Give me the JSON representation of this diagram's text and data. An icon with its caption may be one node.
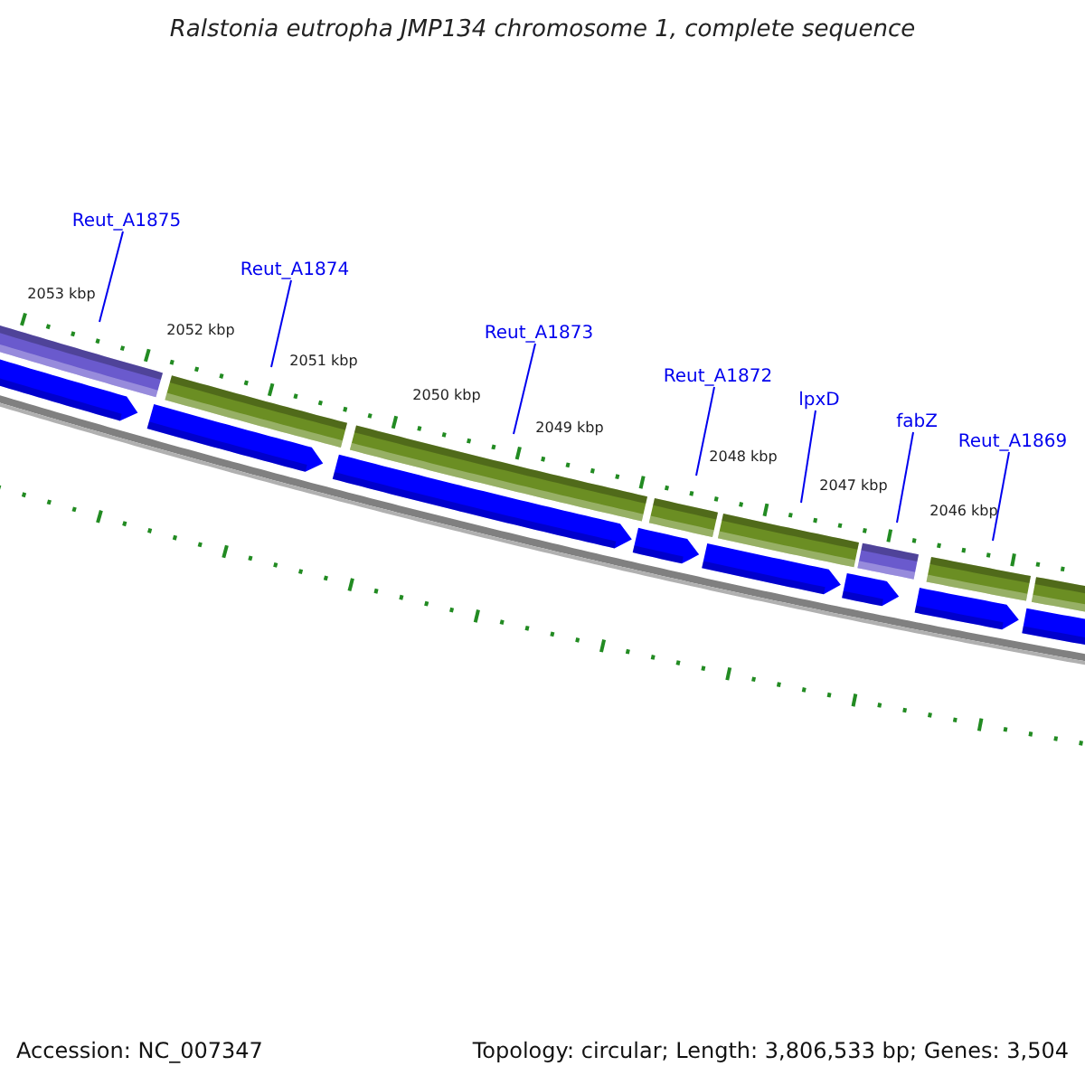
{
  "diagram": {
    "title": "Ralstonia eutropha JMP134 chromosome 1, complete sequence",
    "nodes": [
      {
        "text": [
          "Reut_A1875"
        ]
      },
      {
        "text": [
          "Reut_A1874"
        ]
      },
      {
        "text": [
          "Reut_A1873"
        ]
      },
      {
        "text": [
          "Reut_A1872"
        ]
      },
      {
        "text": [
          "lpxD"
        ]
      },
      {
        "text": [
          "fabZ"
        ]
      },
      {
        "text": [
          "Reut_A1869"
        ]
      }
    ],
    "edges": [
      {
        "from": 0,
        "to": null,
        "arrow": "none"
      },
      {
        "from": 1,
        "to": null,
        "arrow": "none"
      },
      {
        "from": 2,
        "to": null,
        "arrow": "none"
      },
      {
        "from": 3,
        "to": null,
        "arrow": "none"
      },
      {
        "from": 4,
        "to": null,
        "arrow": "none"
      },
      {
        "from": 5,
        "to": null,
        "arrow": "none"
      },
      {
        "from": 6,
        "to": null,
        "arrow": "none"
      }
    ],
    "labels": [
      "2053 kbp",
      "2052 kbp",
      "2051 kbp",
      "2050 kbp",
      "2049 kbp",
      "2048 kbp",
      "2047 kbp",
      "2046 kbp",
      "Accession: NC_007347",
      "Topology: circular; Length: 3,806,533 bp; Genes: 3,504"
    ]
  }
}
